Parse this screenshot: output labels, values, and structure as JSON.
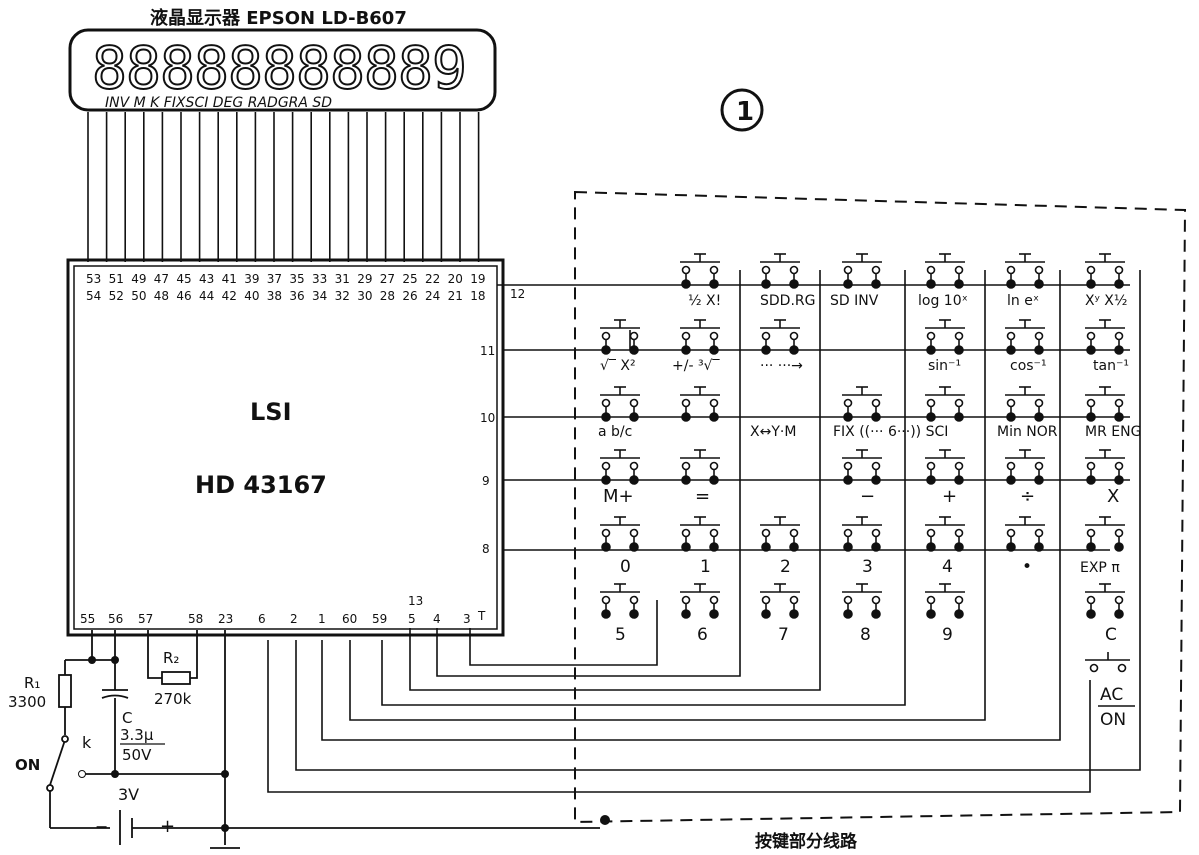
{
  "title": "液晶显示器 EPSON LD-B607",
  "display": {
    "digits": [
      "8",
      "8",
      "8",
      "8",
      "8",
      "8",
      "8",
      "8",
      "8",
      "8",
      "9"
    ],
    "annunciators": "INV M K FIXSCI DEG RADGRA SD"
  },
  "circle_label": "1",
  "chip": {
    "name": "LSI",
    "part": "HD 43167",
    "top_pins_row1": [
      "53",
      "51",
      "49",
      "47",
      "45",
      "43",
      "41",
      "39",
      "37",
      "35",
      "33",
      "31",
      "29",
      "27",
      "25",
      "22",
      "20",
      "19"
    ],
    "top_pins_row2": [
      "54",
      "52",
      "50",
      "48",
      "46",
      "44",
      "42",
      "40",
      "38",
      "36",
      "34",
      "32",
      "30",
      "28",
      "26",
      "24",
      "21",
      "18"
    ],
    "right_pins": [
      "12",
      "11",
      "10",
      "9",
      "8"
    ],
    "bottom_pins": [
      "55",
      "56",
      "57",
      "58",
      "23",
      "6",
      "2",
      "1",
      "60",
      "59",
      "5",
      "4",
      "3"
    ],
    "pin_13": "13",
    "pin_T": "T"
  },
  "keys": {
    "row1": [
      "½ X!",
      "SDD.RG",
      "SD INV",
      "log 10ˣ",
      "ln eˣ",
      "Xʸ X½"
    ],
    "row2": [
      "√‾ X²",
      "+/- ³√‾",
      "··· ···→",
      "",
      "sin⁻¹",
      "cos⁻¹",
      "tan⁻¹"
    ],
    "row3": [
      "a b/c",
      "X↔Y·M",
      "FIX ((··· 6···)) SCI",
      "Min NOR",
      "MR ENG"
    ],
    "row4": [
      "M+",
      "=",
      "−",
      "+",
      "÷",
      "X"
    ],
    "row5": [
      "0",
      "1",
      "2",
      "3",
      "4",
      "•",
      "EXP π"
    ],
    "row6": [
      "5",
      "6",
      "7",
      "8",
      "9",
      "C"
    ],
    "ac": "AC",
    "on": "ON"
  },
  "components": {
    "r1_name": "R₁",
    "r1_value": "3300",
    "r2_name": "R₂",
    "r2_value": "270k",
    "c_name": "C",
    "c_value": "3.3μ",
    "c_voltage": "50V",
    "switch": "k",
    "on_label": "ON",
    "battery": "3V",
    "minus": "−",
    "plus": "+"
  },
  "keyboard_caption": "按键部分线路"
}
